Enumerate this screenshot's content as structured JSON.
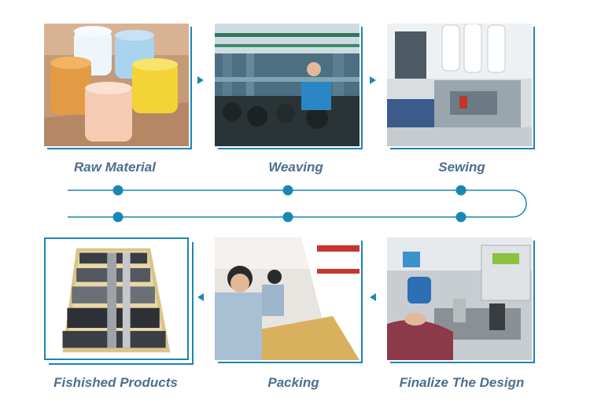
{
  "steps": [
    {
      "id": "raw-material",
      "label": "Raw Material"
    },
    {
      "id": "weaving",
      "label": "Weaving"
    },
    {
      "id": "sewing",
      "label": "Sewing"
    },
    {
      "id": "finalize-design",
      "label": "Finalize The Design"
    },
    {
      "id": "packing",
      "label": "Packing"
    },
    {
      "id": "finished-products",
      "label": "Fishished Products"
    }
  ],
  "colors": {
    "accent": "#1a87b3",
    "label": "#4e6f8e"
  }
}
